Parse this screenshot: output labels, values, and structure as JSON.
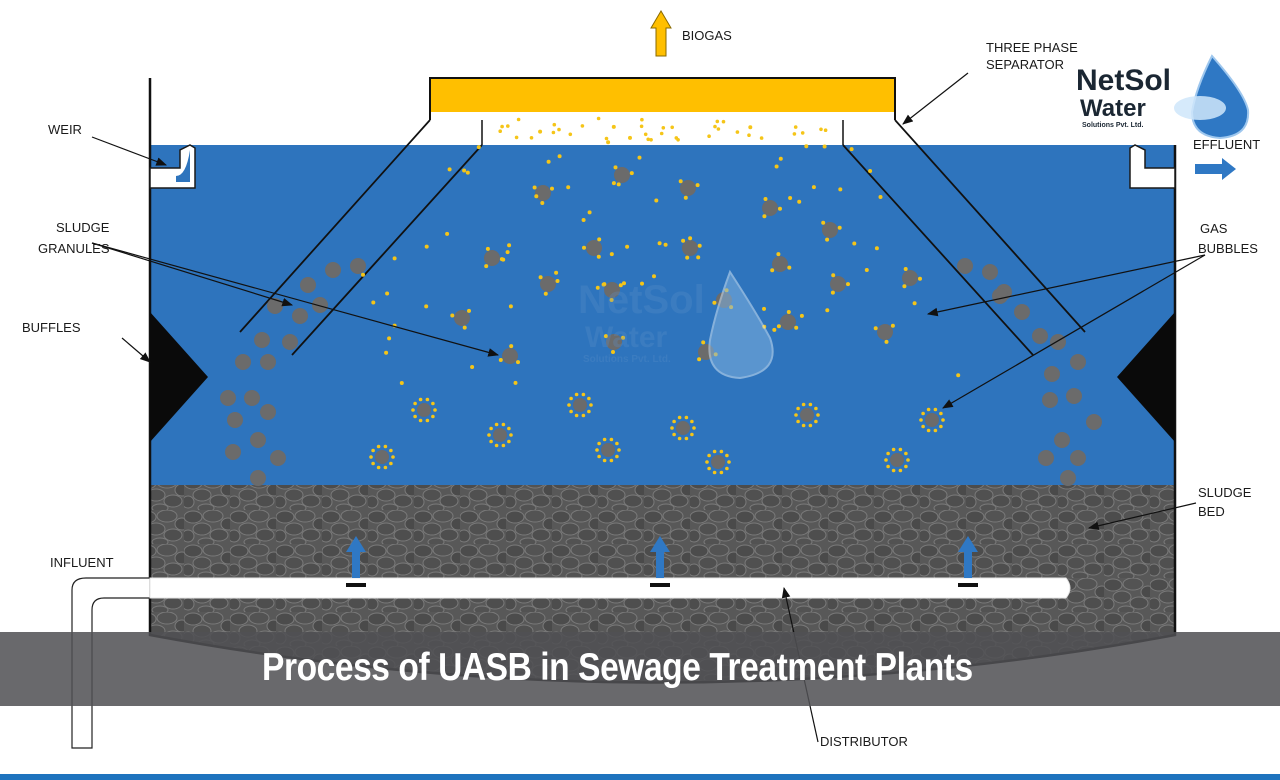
{
  "labels": {
    "biogas": "BIOGAS",
    "three_phase_1": "THREE PHASE",
    "three_phase_2": "SEPARATOR",
    "weir": "WEIR",
    "effluent": "EFFLUENT",
    "sludge_granules_1": "SLUDGE",
    "sludge_granules_2": "GRANULES",
    "gas_bubbles_1": "GAS",
    "gas_bubbles_2": "BUBBLES",
    "buffles": "BUFFLES",
    "sludge_bed_1": "SLUDGE",
    "sludge_bed_2": "BED",
    "influent": "INFLUENT",
    "distributor": "DISTRIBUTOR"
  },
  "brand": {
    "name_line1": "NetSol",
    "name_line2": "Water",
    "tagline": "Solutions Pvt. Ltd."
  },
  "title": "Process of UASB in Sewage Treatment Plants",
  "colors": {
    "water": "#2e74bd",
    "biogas": "#ffbf00",
    "sludge": "#5b5b5b",
    "granule": "#6b6b6b",
    "bubble": "#f5c518",
    "arrow_up": "#2f78c4",
    "banner": "#505054",
    "footer": "#1e73be"
  }
}
